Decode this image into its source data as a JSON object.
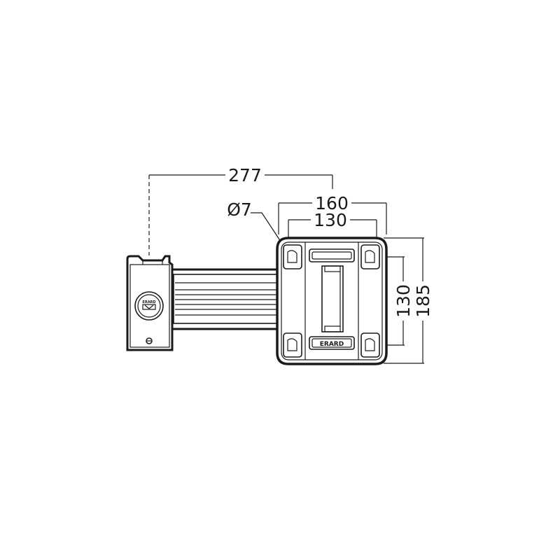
{
  "dimensions": {
    "overall_length": "277",
    "plate_width_outer": "160",
    "plate_width_inner": "130",
    "hole_diameter": "Ø7",
    "plate_height_inner": "130",
    "plate_height_outer": "185"
  },
  "brand": {
    "plate_logo": "ERARD",
    "housing_logo": "ERARD"
  },
  "colors": {
    "line": "#1a1a1a",
    "background": "#ffffff"
  }
}
